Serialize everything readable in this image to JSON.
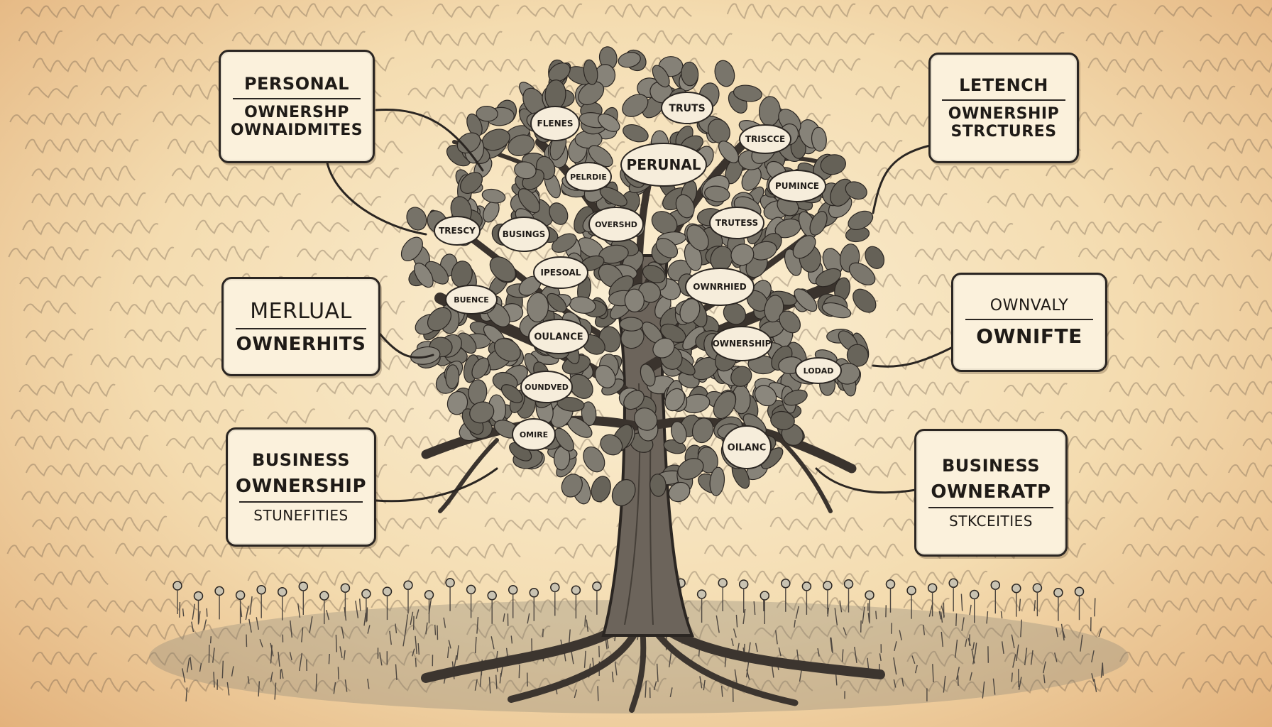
{
  "colors": {
    "ink": "#2b2622",
    "paper": "#fbf1dc",
    "leaf": "#7d7a6e",
    "trunk": "#5a524a",
    "grass": "#9a9484"
  },
  "boxes": [
    {
      "id": "personal-ownership",
      "lines": [
        "PERSONAL",
        "OWNERSHP",
        "OWNAIDMITES"
      ]
    },
    {
      "id": "letench-ownership",
      "lines": [
        "LETENCH",
        "OWNERSHIP",
        "STRCTURES"
      ]
    },
    {
      "id": "merlual-ownerhits",
      "lines": [
        "MERLUAL",
        "OWNERHITS"
      ]
    },
    {
      "id": "ownvaly-ownifte",
      "lines": [
        "OWNVALY",
        "OWNIFTE"
      ]
    },
    {
      "id": "business-ownership-left",
      "lines": [
        "BUSINESS",
        "OWNERSHIP",
        "STUNEFITIES"
      ]
    },
    {
      "id": "business-ownership-right",
      "lines": [
        "BUSINESS",
        "OWNERATP",
        "STKCEITIES"
      ]
    }
  ],
  "tree_tags": [
    "PERUNAL",
    "TRUTS",
    "FLENES",
    "TRISCCE",
    "PELRDIE",
    "PUMINCE",
    "TRESCY",
    "BUSINGS",
    "OVERSHD",
    "TRUTESS",
    "IPESOAL",
    "OWNRHIED",
    "BUENCE",
    "OULANCE",
    "OWNERSHIP",
    "OUNDVED",
    "OILANC",
    "OMIRE",
    "LODAD"
  ]
}
